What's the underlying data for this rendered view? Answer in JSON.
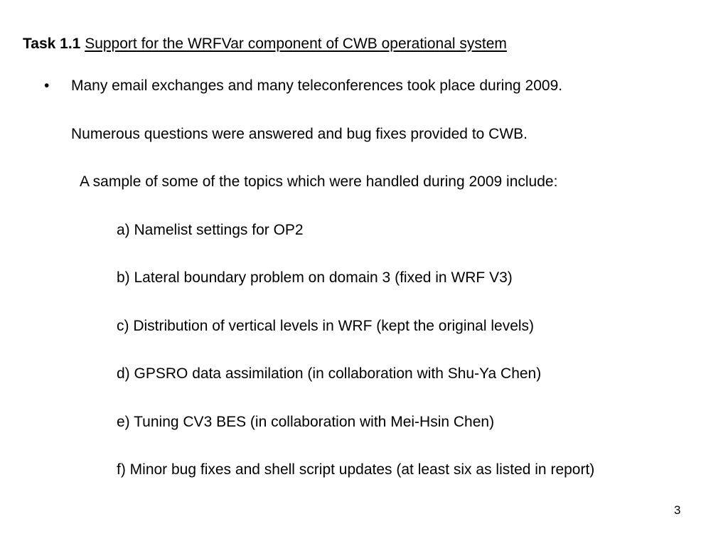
{
  "slide": {
    "title": {
      "task_label": "Task 1.1",
      "subject": "Support for the WRFVar component of CWB operational system"
    },
    "bullet_symbol": "•",
    "paragraphs": [
      "Many email exchanges and many teleconferences took place during 2009.",
      "Numerous questions were answered and bug fixes provided to CWB.",
      "A sample of some of the topics which were handled during 2009 include:"
    ],
    "topics": [
      "a) Namelist settings for OP2",
      "b) Lateral boundary problem on domain 3 (fixed in WRF V3)",
      "c) Distribution of vertical levels in WRF (kept the original levels)",
      "d) GPSRO data assimilation (in collaboration with Shu-Ya Chen)",
      "e) Tuning CV3 BES (in collaboration with Mei-Hsin Chen)",
      "f) Minor bug fixes and shell script updates (at least six as listed in report)"
    ],
    "page_number": "3"
  }
}
